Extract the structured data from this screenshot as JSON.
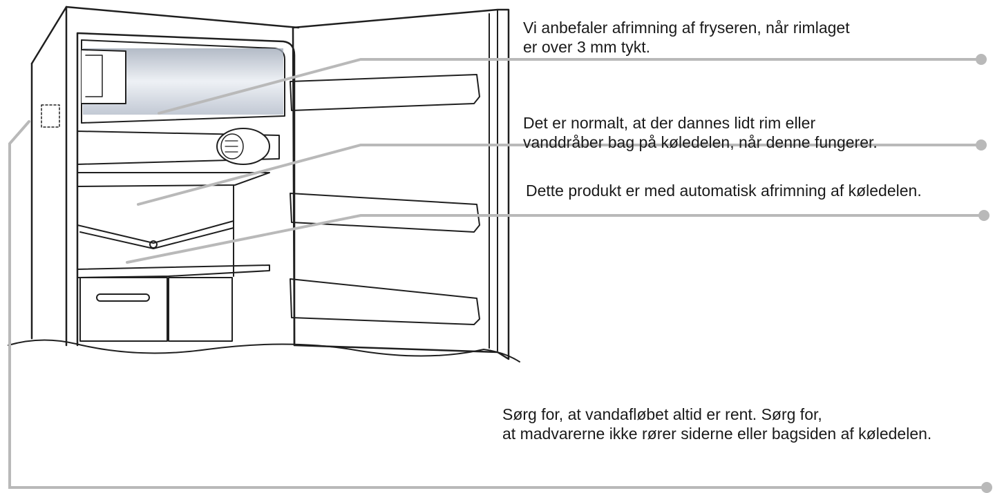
{
  "annotations": [
    {
      "id": "freezer-defrost",
      "lines": [
        "Vi anbefaler afrimning af fryseren, når rimlaget",
        "er over 3 mm tykt."
      ]
    },
    {
      "id": "frost-water-drops",
      "lines": [
        "Det er normalt, at der dannes lidt rim eller",
        "vanddråber bag på køledelen, når denne fungerer."
      ]
    },
    {
      "id": "auto-defrost",
      "lines": [
        "Dette produkt er med automatisk afrimning af køledelen."
      ]
    },
    {
      "id": "drain-clean",
      "lines": [
        "Sørg for, at vandafløbet altid er rent. Sørg for,",
        "at madvarerne ikke rører siderne eller bagsiden af køledelen."
      ]
    }
  ],
  "colors": {
    "outline": "#1f1f1f",
    "leader": "#b9b9b9",
    "text": "#1a1a1a",
    "frost": "#c8d0dc"
  }
}
